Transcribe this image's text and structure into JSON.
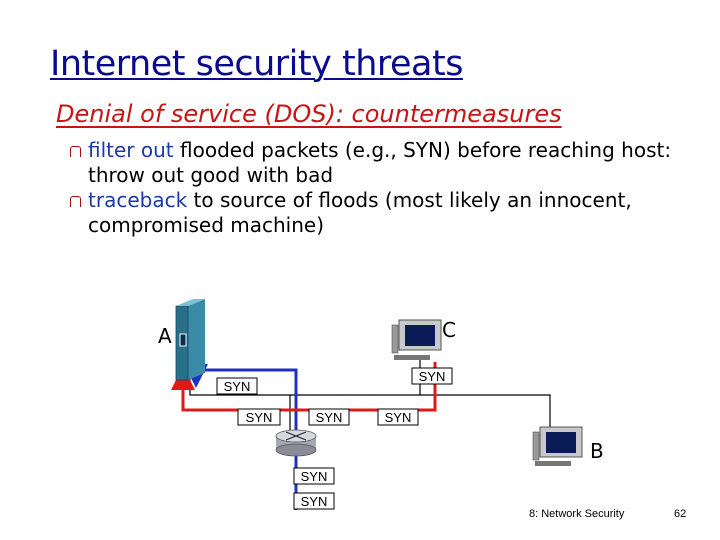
{
  "slide": {
    "title": "Internet security threats",
    "subtitle": "Denial of service (DOS): countermeasures",
    "bullets": [
      {
        "keyword": "filter out",
        "text": " flooded packets (e.g., SYN) before reaching host: throw out good with bad"
      },
      {
        "keyword": "traceback",
        "text": " to source of floods (most likely an innocent, compromised machine)"
      }
    ]
  },
  "diagram": {
    "host_a_label": "A",
    "host_b_label": "B",
    "host_c_label": "C",
    "packet_label": "SYN",
    "colors": {
      "attack_path": "#2030c0",
      "traceback_path": "#e01818",
      "link": "#000000"
    }
  },
  "footer": {
    "label": "8: Network Security",
    "page": "62"
  }
}
